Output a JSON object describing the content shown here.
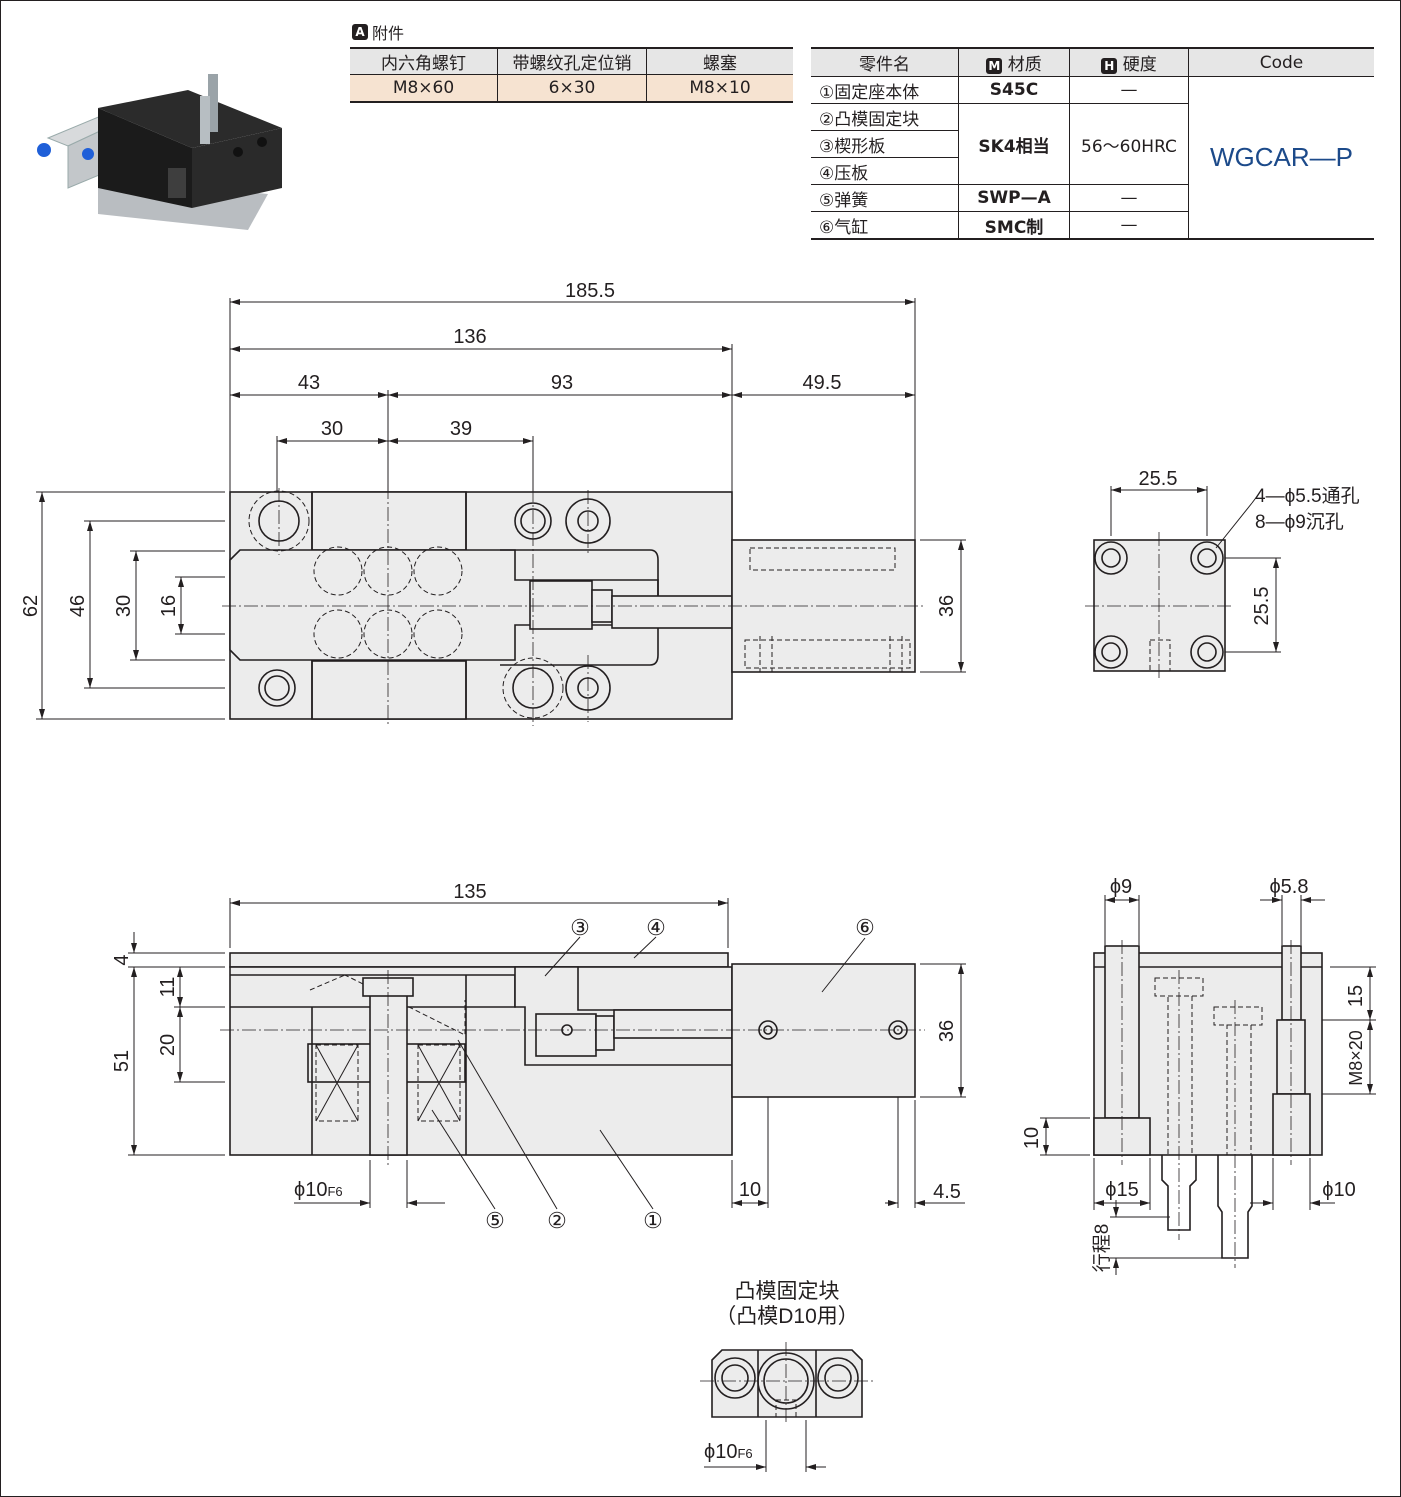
{
  "accessory": {
    "badge": "A",
    "title": "附件",
    "headers": [
      "内六角螺钉",
      "带螺纹孔定位销",
      "螺塞"
    ],
    "values": [
      "M8×60",
      "6×30",
      "M8×10"
    ]
  },
  "parts": {
    "headers": {
      "name": "零件名",
      "material_badge": "M",
      "material": "材质",
      "hardness_badge": "H",
      "hardness": "硬度",
      "code": "Code"
    },
    "rows": [
      {
        "name": "①固定座本体",
        "material": "S45C",
        "hardness": "—"
      },
      {
        "name": "②凸模固定块",
        "material": "SK4相当",
        "hardness": "56～60HRC"
      },
      {
        "name": "③楔形板"
      },
      {
        "name": "④压板"
      },
      {
        "name": "⑤弹簧",
        "material": "SWP—A",
        "hardness": "—"
      },
      {
        "name": "⑥气缸",
        "material": "SMC制",
        "hardness": "—"
      }
    ],
    "code": "WGCAR—P"
  },
  "top_view": {
    "dims": [
      "185.5",
      "136",
      "43",
      "93",
      "49.5",
      "30",
      "39",
      "62",
      "46",
      "30",
      "16",
      "36"
    ]
  },
  "end_view": {
    "width": "25.5",
    "height": "25.5",
    "note_through": "4—ϕ5.5通孔",
    "note_counterbore": "8—ϕ9沉孔"
  },
  "front_view": {
    "length": "135",
    "dims_left": [
      "4",
      "11",
      "20",
      "51"
    ],
    "dim_right": "36",
    "shaft_dia_main": "ϕ10",
    "shaft_dia_sub": "F6",
    "dim_bottom_a": "10",
    "dim_bottom_b": "4.5",
    "callouts": [
      "③",
      "④",
      "⑥",
      "⑤",
      "②",
      "①"
    ]
  },
  "side_view": {
    "top_left": "ϕ9",
    "top_right": "ϕ5.8",
    "dim_15": "15",
    "thread": "M8×20",
    "dim_10": "10",
    "bottom_left": "ϕ15",
    "bottom_right": "ϕ10",
    "stroke": "行程8"
  },
  "punch_block": {
    "title": "凸模固定块",
    "subtitle": "（凸模D10用）",
    "dia_main": "ϕ10",
    "dia_sub": "F6"
  }
}
